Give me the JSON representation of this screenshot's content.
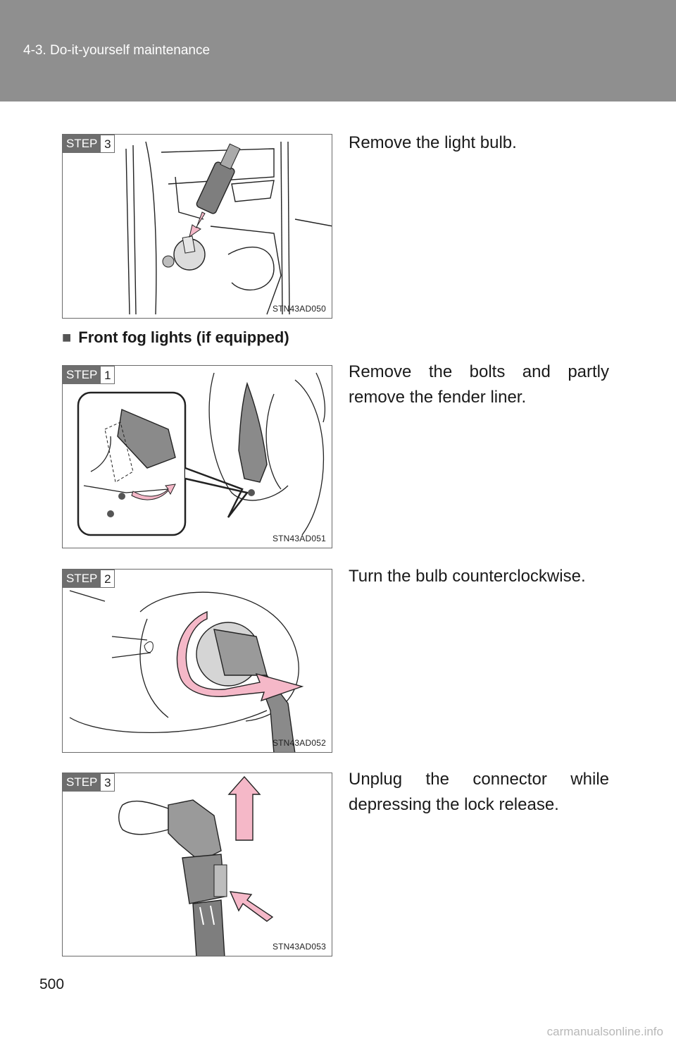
{
  "header": {
    "section_title": "4-3. Do-it-yourself maintenance"
  },
  "section": {
    "marker": "■",
    "heading": "Front fog lights (if equipped)"
  },
  "steps": [
    {
      "step_word": "STEP",
      "number": "3",
      "code": "STN43AD050",
      "text": "Remove the light bulb."
    },
    {
      "step_word": "STEP",
      "number": "1",
      "code": "STN43AD051",
      "text": "Remove the bolts and partly remove the fender liner."
    },
    {
      "step_word": "STEP",
      "number": "2",
      "code": "STN43AD052",
      "text": "Turn the bulb counterclockwise."
    },
    {
      "step_word": "STEP",
      "number": "3",
      "code": "STN43AD053",
      "text": "Unplug the connector while depressing the lock release."
    }
  ],
  "page": {
    "number": "500"
  },
  "watermark": "carmanualsonline.info",
  "colors": {
    "header_bg": "#8f8f8f",
    "arrow_pink": "#f5b8c8",
    "part_gray": "#8a8a8a"
  }
}
